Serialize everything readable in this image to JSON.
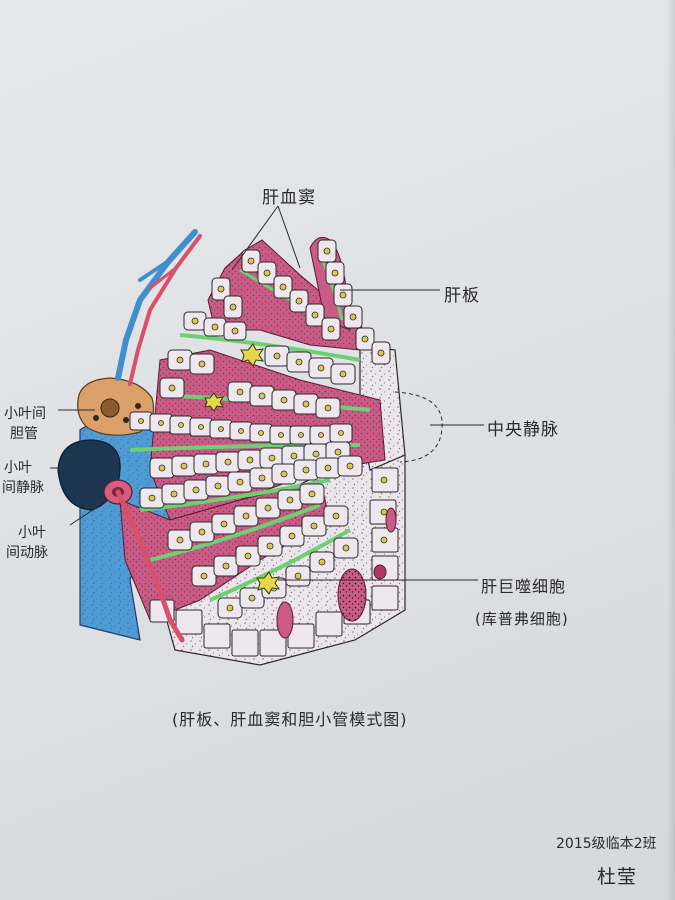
{
  "labels": {
    "sinusoid": "肝血窦",
    "hepatic_plate": "肝板",
    "central_vein": "中央静脉",
    "kupffer_line1": "肝巨噬细胞",
    "kupffer_line2": "(库普弗细胞)",
    "bile_duct_line1": "小叶间",
    "bile_duct_line2": "胆管",
    "portal_vein_line1": "小叶",
    "portal_vein_line2": "间静脉",
    "artery_line1": "小叶",
    "artery_line2": "间动脉"
  },
  "caption": "(肝板、肝血窦和胆小管模式图)",
  "author": {
    "class": "2015级临本2班",
    "name": "杜莹"
  },
  "colors": {
    "paper": "#e3e5e8",
    "sinusoid_pink": "#c95b86",
    "hepatocyte": "#efe7ee",
    "space_green": "#6fcf72",
    "vessel_blue": "#3f8fd0",
    "artery_red": "#d8506a",
    "bile_orange": "#d9a06a",
    "kupffer_yellow": "#e5d64a",
    "ink": "#2a2a2e"
  }
}
